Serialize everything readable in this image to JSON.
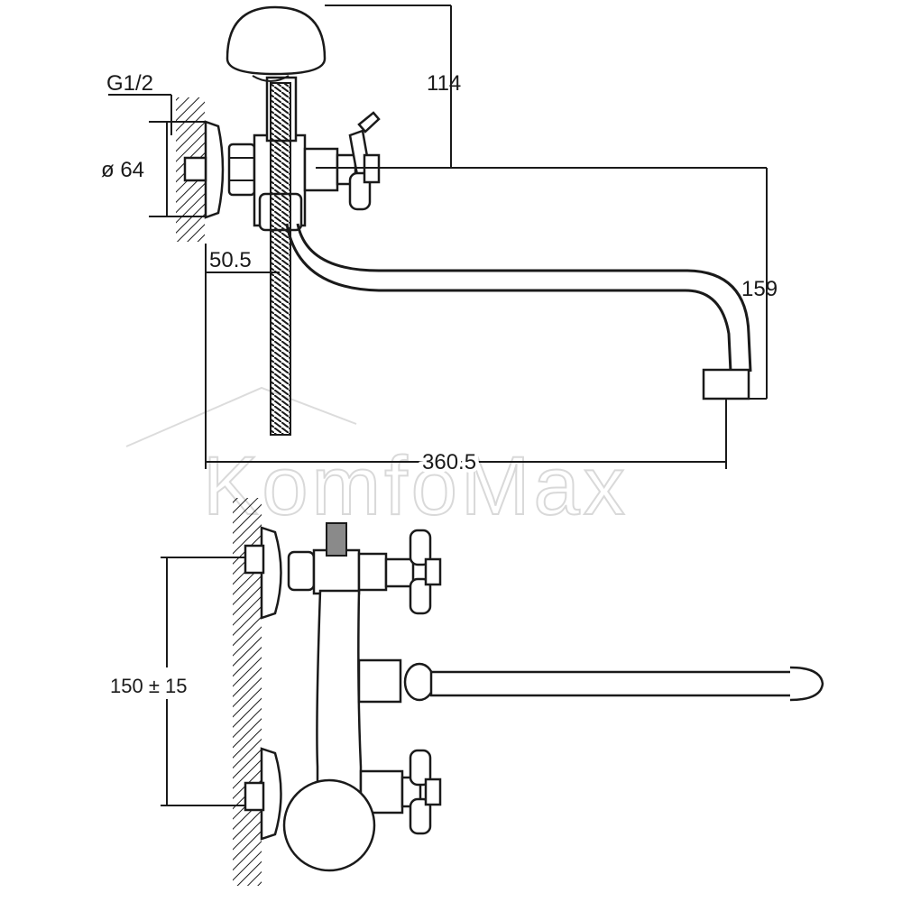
{
  "brand": {
    "watermark": "KomfoMax"
  },
  "top_view": {
    "thread_label": "G1/2",
    "diameter_label": "ø 64",
    "height_label": "114",
    "offset_label": "50.5",
    "spout_drop_label": "159",
    "spout_length_label": "360.5"
  },
  "side_view": {
    "spacing_label": "150 ± 15"
  }
}
